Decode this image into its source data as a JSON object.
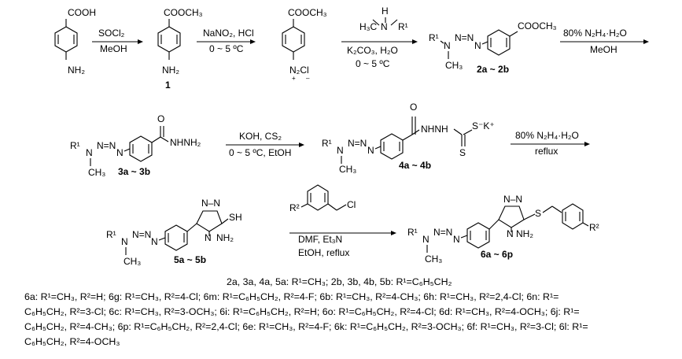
{
  "scheme": {
    "compounds": {
      "acid_group": "COOH",
      "ester_group": "COOCH₃",
      "amine_group": "NH₂",
      "diazonium_group": "N₂Cl",
      "methylamine_h": "H",
      "methylamine_ch3": "H₃C",
      "methylamine_n": "N",
      "r1": "R¹",
      "n_atom": "N",
      "ch3": "CH₃",
      "triazene": "N=N",
      "hydrazide": "NHNH₂",
      "carbonyl_o": "O",
      "dithiocarbazate": "NHNH",
      "thione_s": "S",
      "thiolate": "S⁻K⁺",
      "triazole_n1": "N–N",
      "thiol": "SH",
      "amino": "NH₂",
      "chloromethyl": "Cl",
      "r2": "R²",
      "thioether_s": "S",
      "label_1": "1",
      "label_2": "2a ~ 2b",
      "label_3": "3a ~ 3b",
      "label_4": "4a ~ 4b",
      "label_5": "5a ~ 5b",
      "label_6": "6a ~ 6p"
    },
    "conditions": {
      "step1_top": "SOCl₂",
      "step1_bottom": "MeOH",
      "step2_top": "NaNO₂, HCl",
      "step2_bottom": "0 ~ 5 ºC",
      "step3_line1": "K₂CO₃, H₂O",
      "step3_line2": "0 ~ 5 ºC",
      "step4_top": "80% N₂H₄·H₂O",
      "step4_bottom": "MeOH",
      "step5_top": "KOH, CS₂",
      "step5_bottom": "0 ~ 5 ºC, EtOH",
      "step6_top": "80% N₂H₄·H₂O",
      "step6_bottom": "reflux",
      "step7_line1": "DMF, Et₃N",
      "step7_line2": "EtOH, reflux"
    }
  },
  "legend": {
    "lines": [
      "2a, 3a, 4a, 5a: R¹=CH₃; 2b, 3b, 4b, 5b: R¹=C₆H₅CH₂",
      "6a: R¹=CH₃, R²=H; 6g: R¹=CH₃, R²=4-Cl; 6m: R¹=C₆H₅CH₂, R²=4-F; 6b: R¹=CH₃, R²=4-CH₃; 6h: R¹=CH₃, R²=2,4-Cl; 6n: R¹=",
      "C₆H₅CH₂, R²=3-Cl; 6c: R¹=CH₃, R²=3-OCH₃; 6i: R¹=C₆H₅CH₂, R²=H; 6o: R¹=C₆H₅CH₂, R²=4-Cl; 6d: R¹=CH₃, R²=4-OCH₃; 6j: R¹=",
      "C₆H₅CH₂, R²=4-CH₃; 6p: R¹=C₆H₅CH₂, R²=2,4-Cl; 6e: R¹=CH₃, R²=4-F; 6k: R¹=C₆H₅CH₂, R²=3-OCH₃; 6f: R¹=CH₃, R²=3-Cl; 6l: R¹=",
      "C₆H₅CH₂, R²=4-OCH₃"
    ]
  }
}
